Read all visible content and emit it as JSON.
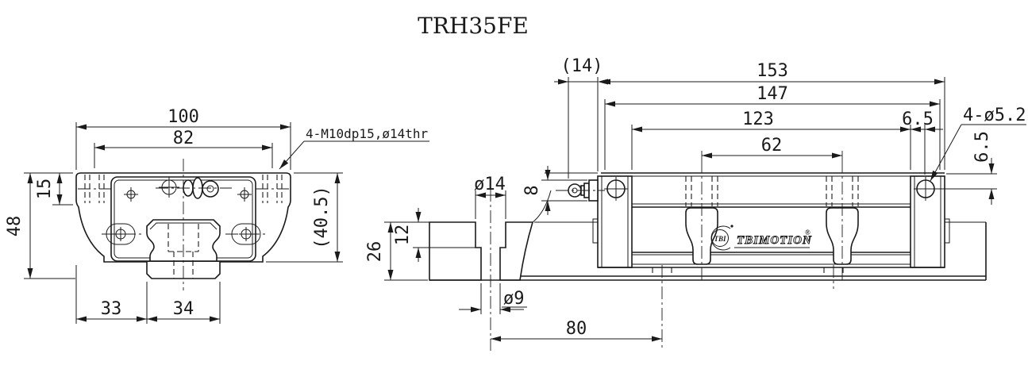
{
  "drawing": {
    "title": "TRH35FE",
    "line_color": "#1a1a1a",
    "background": "#ffffff",
    "front_view": {
      "dim_width_outer": "100",
      "dim_width_holes": "82",
      "dim_flange_height": "15",
      "dim_total_height": "48",
      "dim_block_height_ref": "(40.5)",
      "dim_edge_to_rail": "33",
      "dim_rail_width": "34",
      "note_mount_holes": "4-M10dp15,ø14thr"
    },
    "side_view": {
      "dim_grease_nipple_len": "(14)",
      "dim_length_total": "153",
      "dim_length_with_seals": "147",
      "dim_body_length": "123",
      "dim_screw_offset": "6.5",
      "dim_hole_spacing": "62",
      "note_end_cap_holes": "4-ø5.2",
      "dim_screw_height": "6.5",
      "dim_nipple_height": "8",
      "dim_counterbore_dia": "ø14",
      "dim_counterbore_depth": "12",
      "dim_base_height": "26",
      "dim_through_hole_dia": "ø9",
      "dim_rail_hole_pitch": "80",
      "logo_mark": "TBI",
      "logo_text": "TBIMOTION",
      "logo_reg": "®"
    }
  }
}
